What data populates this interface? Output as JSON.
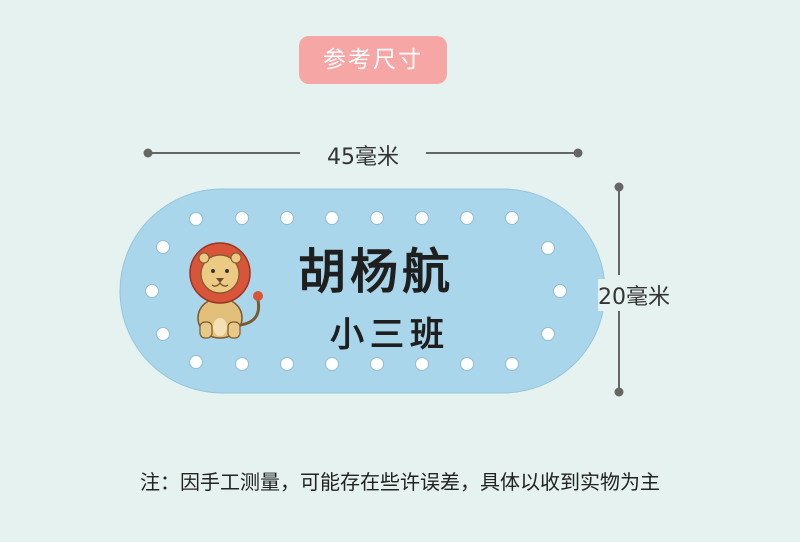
{
  "header": {
    "reference_label": "参考尺寸"
  },
  "dimensions": {
    "width_label": "45毫米",
    "height_label": "20毫米"
  },
  "tag": {
    "name": "胡杨航",
    "class_name": "小三班",
    "color": "#a9d6ea",
    "icon": "lion-icon"
  },
  "note": {
    "text": "注：因手工测量，可能存在些许误差，具体以收到实物为主"
  }
}
